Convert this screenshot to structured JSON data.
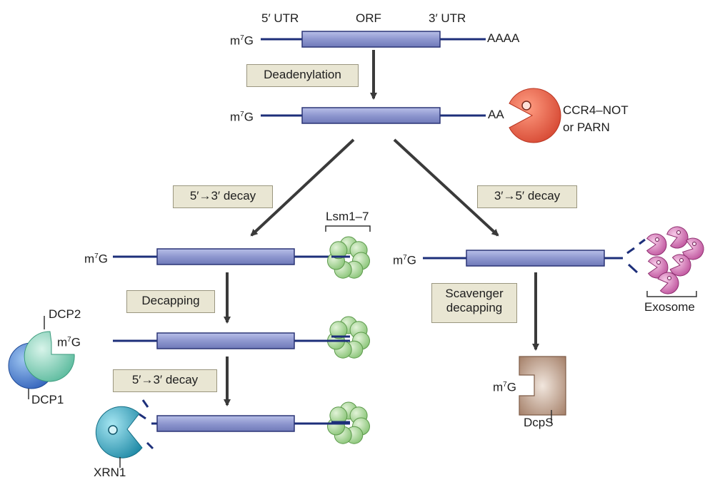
{
  "top": {
    "utr5": "5′ UTR",
    "orf": "ORF",
    "utr3": "3′ UTR",
    "cap": "m",
    "cap_sup": "7",
    "cap_g": "G",
    "tail_full": "AAAA",
    "tail_short": "AA"
  },
  "steps": {
    "deadenylation": "Deadenylation",
    "decay_5to3": "5′→3′ decay",
    "decay_3to5": "3′→5′ decay",
    "decapping": "Decapping",
    "decay_5to3_b": "5′→3′ decay",
    "scavenger": "Scavenger decapping"
  },
  "enzymes": {
    "ccr4_line1": "CCR4–NOT",
    "ccr4_line2": "or PARN",
    "lsm": "Lsm1–7",
    "exosome": "Exosome",
    "dcp2": "DCP2",
    "dcp1": "DCP1",
    "xrn1": "XRN1",
    "dcps": "DcpS"
  },
  "colors": {
    "rna_line": "#1d2f7a",
    "orf_fill": "#8e97cf",
    "orf_stroke": "#2b3576",
    "label_box": "#e9e6d3",
    "ccr4": "#e8553f",
    "lsm": "#a8d49a",
    "exosome": "#d36bb0",
    "dcp2": "#7fd0b7",
    "dcp1": "#3c79d0",
    "xrn1": "#2aa4bf",
    "dcps": "#b3927d",
    "arrow": "#3a3a3a"
  }
}
